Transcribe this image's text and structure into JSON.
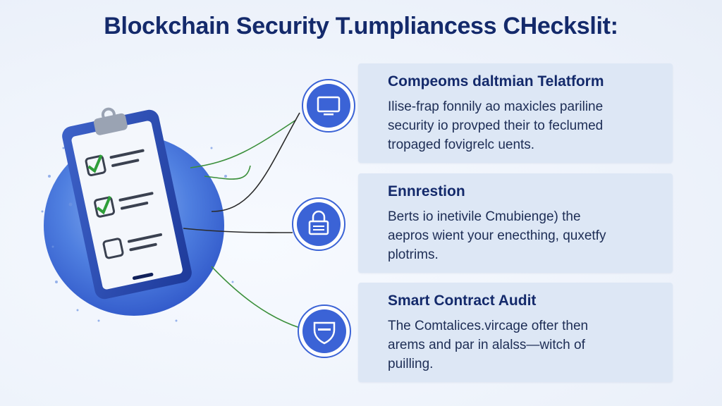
{
  "title": "Blockchain Security T.umpliancess CHeckslit:",
  "colors": {
    "title": "#142a6b",
    "accent": "#3b63d6",
    "card_bg": "#dde7f5",
    "check": "#2f9e3a"
  },
  "illustration": {
    "icon": "clipboard-checklist-icon",
    "items": [
      {
        "checked": true
      },
      {
        "checked": true
      },
      {
        "checked": false
      }
    ]
  },
  "sections": [
    {
      "icon": "monitor-icon",
      "heading": "Compeoms daltmian Telatform",
      "lines": [
        "Ilise-frap fonnily ao maxicles pariline",
        "security io provped their to feclumed",
        "tropaged fovigrelc uents."
      ]
    },
    {
      "icon": "padlock-icon",
      "heading": "Ennrestion",
      "lines": [
        "Berts io inetivile Cmubienge) the",
        "aepros wient your enecthing, quxetfy",
        "plotrims."
      ]
    },
    {
      "icon": "shield-icon",
      "heading": "Smart Contract Audit",
      "lines": [
        "The Comtalices.vircage ofter then",
        "arems and par in alalss—witch of",
        "puilling."
      ]
    }
  ]
}
